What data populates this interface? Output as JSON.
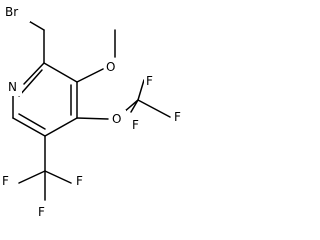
{
  "structure": {
    "atoms": {
      "br": "Br",
      "n": "N",
      "o_methoxy": "O",
      "o_ether": "O",
      "f_top": "F",
      "f_right": "F",
      "f_bottom": "F",
      "f_cf3_left": "F",
      "f_cf3_bottom": "F",
      "f_cf3_right": "F"
    }
  }
}
